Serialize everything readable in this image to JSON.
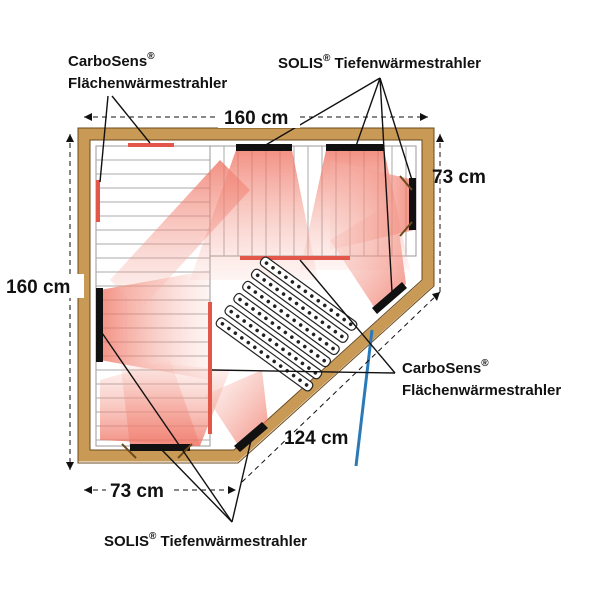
{
  "labels": {
    "carbosens_top_1": "CarboSens",
    "carbosens_top_2": "Flächenwärmestrahler",
    "solis_top_1": "SOLIS",
    "solis_top_2": " Tiefenwärmestrahler",
    "carbosens_right_1": "CarboSens",
    "carbosens_right_2": "Flächenwärmestrahler",
    "solis_bottom_1": "SOLIS",
    "solis_bottom_2": " Tiefenwärmestrahler",
    "registered": "®"
  },
  "dimensions": {
    "top_width": "160 cm",
    "right_depth": "73 cm",
    "left_height": "160 cm",
    "bottom_width": "73 cm",
    "diagonal": "124 cm"
  },
  "colors": {
    "wall": "#c99a55",
    "wall_edge": "#6b4a1c",
    "glow": "#f08a7a",
    "emitter": "#111111",
    "glass": "#2a7ab8"
  }
}
